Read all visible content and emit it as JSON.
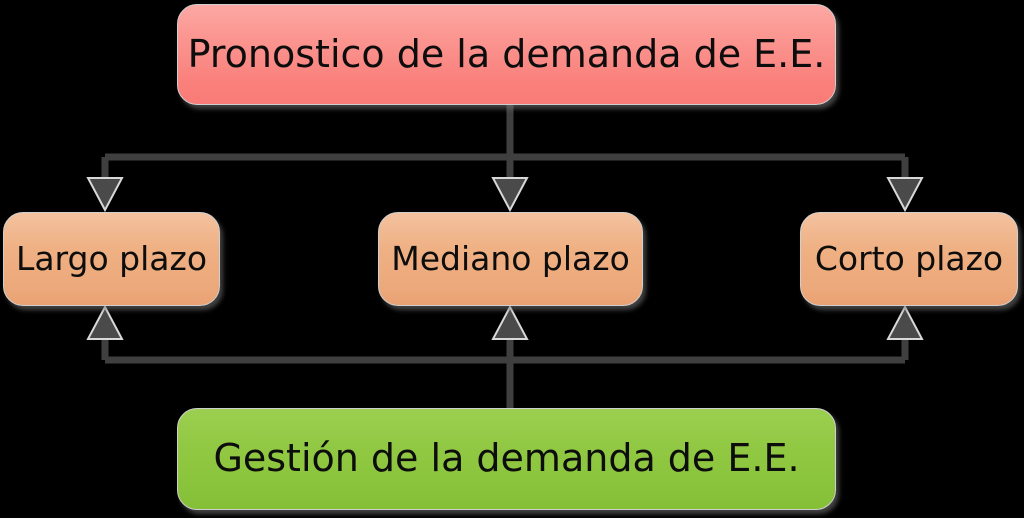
{
  "diagram": {
    "title_node": {
      "id": "pronostico",
      "label": "Pronostico de la demanda de E.E.",
      "color": "#FA807C",
      "role": "source-top"
    },
    "footer_node": {
      "id": "gestion",
      "label": "Gestión de la demanda de E.E.",
      "color": "#8CC63E",
      "role": "source-bottom"
    },
    "horizon_nodes": [
      {
        "id": "largo-plazo",
        "label": "Largo plazo",
        "color": "#EFB083"
      },
      {
        "id": "mediano-plazo",
        "label": "Mediano plazo",
        "color": "#EFB083"
      },
      {
        "id": "corto-plazo",
        "label": "Corto plazo",
        "color": "#EFB083"
      }
    ],
    "connectors": {
      "line_color": "#3F3F3F",
      "arrow_color": "#4A4A4A",
      "down_arrows": [
        "largo-plazo",
        "mediano-plazo",
        "corto-plazo"
      ],
      "up_arrows": [
        "largo-plazo",
        "mediano-plazo",
        "corto-plazo"
      ]
    },
    "background_color": "#000000"
  }
}
